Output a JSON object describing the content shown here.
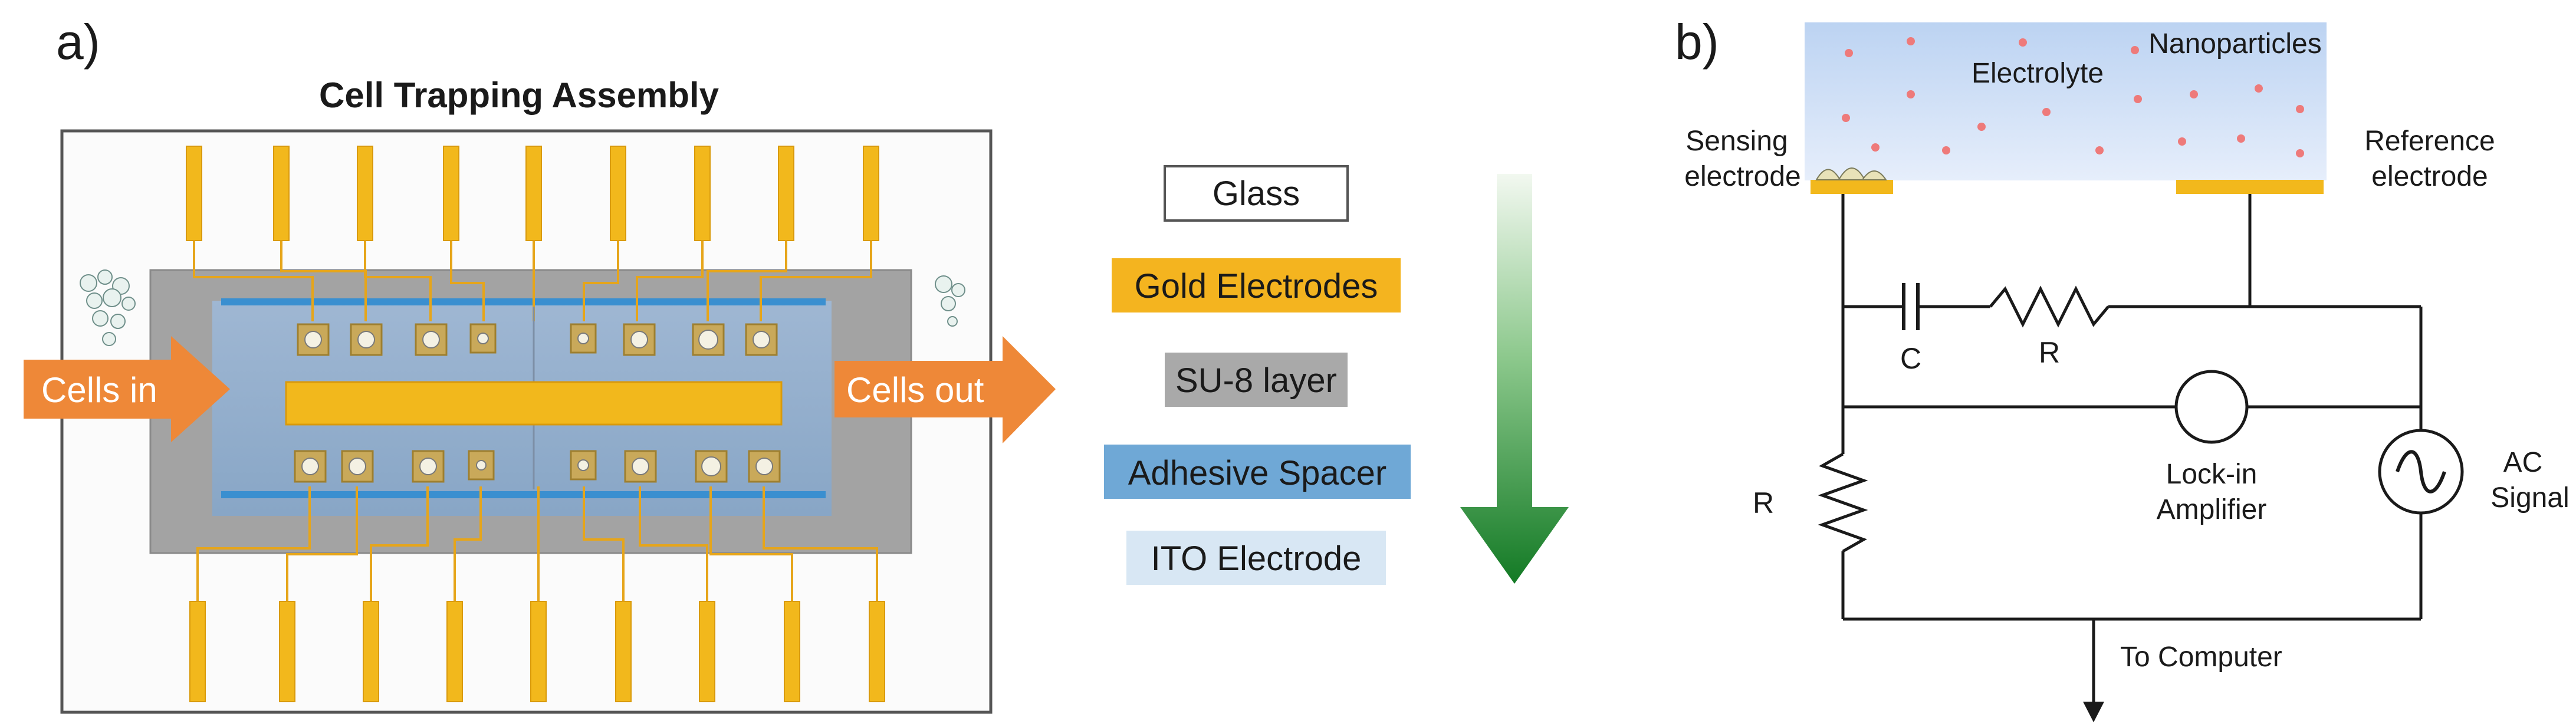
{
  "panel_a": {
    "label": "a)",
    "title": "Cell Trapping Assembly",
    "arrow_in": "Cells in",
    "arrow_out": "Cells out",
    "layers": [
      {
        "label": "Glass",
        "color": "#ffffff"
      },
      {
        "label": "Gold Electrodes",
        "color": "#f4b41f"
      },
      {
        "label": "SU-8 layer",
        "color": "#a9a9a9"
      },
      {
        "label": "Adhesive Spacer",
        "color": "#6fa8d6"
      },
      {
        "label": "ITO Electrode",
        "color": "#d8e7f4"
      }
    ]
  },
  "panel_b": {
    "label": "b)",
    "electrolyte": "Electrolyte",
    "nanoparticles": "Nanoparticles",
    "sensing_line1": "Sensing",
    "sensing_line2": "electrode",
    "reference_line1": "Reference",
    "reference_line2": "electrode",
    "capacitor": "C",
    "resistor_top": "R",
    "resistor_left": "R",
    "amplifier_line1": "Lock-in",
    "amplifier_line2": "Amplifier",
    "source_line1": "AC",
    "source_line2": "Signal",
    "output": "To Computer"
  },
  "colors": {
    "gold": "#f2b81c",
    "orange_arrow": "#ee8838",
    "blue_strip": "#3a8fd0",
    "gray_chip": "#a2a2a2",
    "green_arrow": "#1f8a2e"
  }
}
